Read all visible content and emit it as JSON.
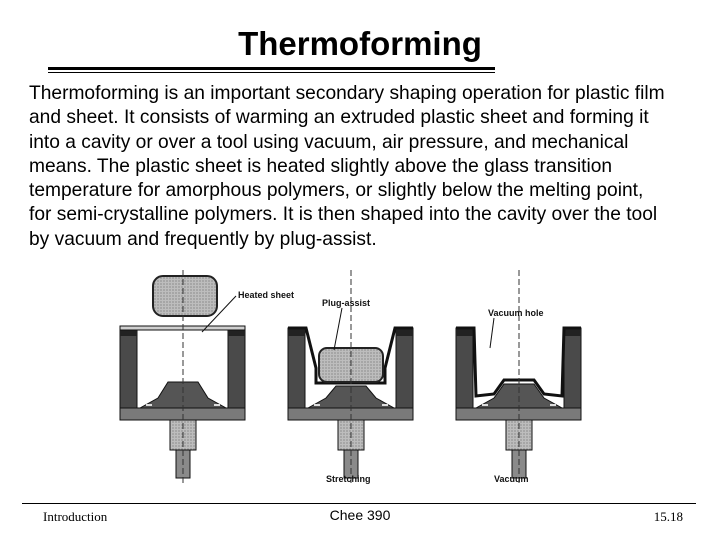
{
  "slide": {
    "title": "Thermoforming",
    "body": "Thermoforming is an important secondary shaping operation for plastic film and sheet. It consists of warming an extruded plastic sheet and forming it into a cavity or over a tool using vacuum, air pressure, and mechanical means. The plastic sheet is heated slightly above the glass transition temperature for amorphous polymers, or slightly below the melting point, for semi-crystalline polymers. It is then shaped into the cavity over the tool by vacuum and frequently by plug-assist."
  },
  "figure": {
    "labels": {
      "heated_sheet": "Heated sheet",
      "plug_assist": "Plug-assist",
      "vacuum_hole": "Vacuum hole",
      "stretching": "Stretching",
      "vacuum": "Vacuum"
    }
  },
  "footer": {
    "left": "Introduction",
    "center": "Chee 390",
    "right": "15.18"
  }
}
